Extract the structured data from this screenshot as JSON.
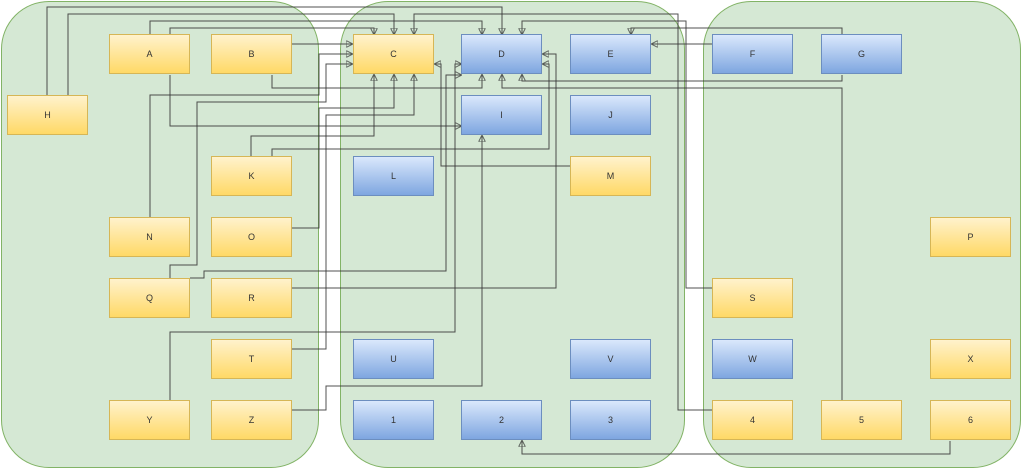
{
  "diagram": {
    "containers": [
      {
        "id": "left"
      },
      {
        "id": "middle"
      },
      {
        "id": "right"
      }
    ],
    "nodes": [
      {
        "id": "A",
        "label": "A",
        "color": "yellow"
      },
      {
        "id": "B",
        "label": "B",
        "color": "yellow"
      },
      {
        "id": "C",
        "label": "C",
        "color": "yellow"
      },
      {
        "id": "D",
        "label": "D",
        "color": "blue"
      },
      {
        "id": "E",
        "label": "E",
        "color": "blue"
      },
      {
        "id": "F",
        "label": "F",
        "color": "blue"
      },
      {
        "id": "G",
        "label": "G",
        "color": "blue"
      },
      {
        "id": "H",
        "label": "H",
        "color": "yellow"
      },
      {
        "id": "I",
        "label": "I",
        "color": "blue"
      },
      {
        "id": "J",
        "label": "J",
        "color": "blue"
      },
      {
        "id": "K",
        "label": "K",
        "color": "yellow"
      },
      {
        "id": "L",
        "label": "L",
        "color": "blue"
      },
      {
        "id": "M",
        "label": "M",
        "color": "yellow"
      },
      {
        "id": "N",
        "label": "N",
        "color": "yellow"
      },
      {
        "id": "O",
        "label": "O",
        "color": "yellow"
      },
      {
        "id": "P",
        "label": "P",
        "color": "yellow"
      },
      {
        "id": "Q",
        "label": "Q",
        "color": "yellow"
      },
      {
        "id": "R",
        "label": "R",
        "color": "yellow"
      },
      {
        "id": "S",
        "label": "S",
        "color": "yellow"
      },
      {
        "id": "T",
        "label": "T",
        "color": "yellow"
      },
      {
        "id": "U",
        "label": "U",
        "color": "blue"
      },
      {
        "id": "V",
        "label": "V",
        "color": "blue"
      },
      {
        "id": "W",
        "label": "W",
        "color": "blue"
      },
      {
        "id": "X",
        "label": "X",
        "color": "yellow"
      },
      {
        "id": "Y",
        "label": "Y",
        "color": "yellow"
      },
      {
        "id": "Z",
        "label": "Z",
        "color": "yellow"
      },
      {
        "id": "1",
        "label": "1",
        "color": "blue"
      },
      {
        "id": "2",
        "label": "2",
        "color": "blue"
      },
      {
        "id": "3",
        "label": "3",
        "color": "blue"
      },
      {
        "id": "4",
        "label": "4",
        "color": "yellow"
      },
      {
        "id": "5",
        "label": "5",
        "color": "yellow"
      },
      {
        "id": "6",
        "label": "6",
        "color": "yellow"
      }
    ],
    "edges": [
      {
        "from": "H",
        "to": "D"
      },
      {
        "from": "H",
        "to": "C"
      },
      {
        "from": "A",
        "to": "D"
      },
      {
        "from": "A",
        "to": "C"
      },
      {
        "from": "A",
        "to": "I"
      },
      {
        "from": "B",
        "to": "C"
      },
      {
        "from": "B",
        "to": "D"
      },
      {
        "from": "N",
        "to": "C"
      },
      {
        "from": "Q",
        "to": "C"
      },
      {
        "from": "Q",
        "to": "D"
      },
      {
        "from": "K",
        "to": "C"
      },
      {
        "from": "K",
        "to": "D"
      },
      {
        "from": "O",
        "to": "C"
      },
      {
        "from": "R",
        "to": "D"
      },
      {
        "from": "T",
        "to": "C"
      },
      {
        "from": "Y",
        "to": "D"
      },
      {
        "from": "Z",
        "to": "I"
      },
      {
        "from": "M",
        "to": "C"
      },
      {
        "from": "F",
        "to": "E"
      },
      {
        "from": "G",
        "to": "D"
      },
      {
        "from": "G",
        "to": "C"
      },
      {
        "from": "S",
        "to": "E"
      },
      {
        "from": "4",
        "to": "C"
      },
      {
        "from": "5",
        "to": "D"
      },
      {
        "from": "6",
        "to": "2"
      }
    ],
    "colors": {
      "container_fill": "#d5e8d4",
      "container_stroke": "#82b366",
      "yellow_fill": "#ffd966",
      "blue_fill": "#7ea6e0",
      "edge": "#333333"
    }
  }
}
